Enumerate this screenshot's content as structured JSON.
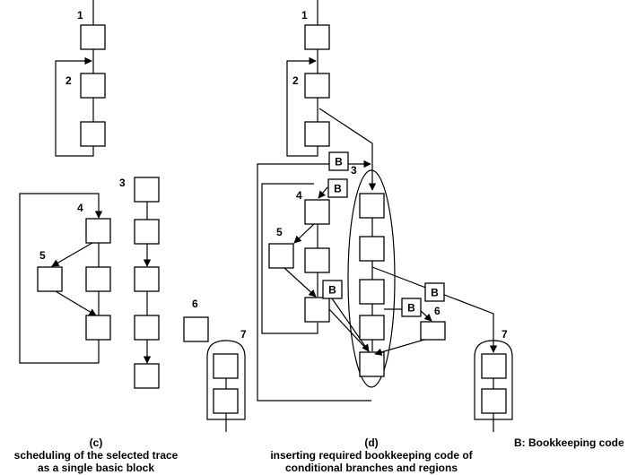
{
  "diagram": {
    "c": {
      "label_1": "1",
      "label_2": "2",
      "label_3": "3",
      "label_4": "4",
      "label_5": "5",
      "label_6": "6",
      "label_7": "7",
      "caption_title": "(c)",
      "caption_line1": "scheduling of the selected trace",
      "caption_line2": "as a single basic block"
    },
    "d": {
      "label_1": "1",
      "label_2": "2",
      "label_3": "3",
      "label_4": "4",
      "label_5": "5",
      "label_6": "6",
      "label_7": "7",
      "bookkeeping_marker": "B",
      "caption_title": "(d)",
      "caption_line1": "inserting required bookkeeping code of",
      "caption_line2": "conditional branches and regions"
    },
    "legend": {
      "text": "B: Bookkeeping code"
    }
  }
}
